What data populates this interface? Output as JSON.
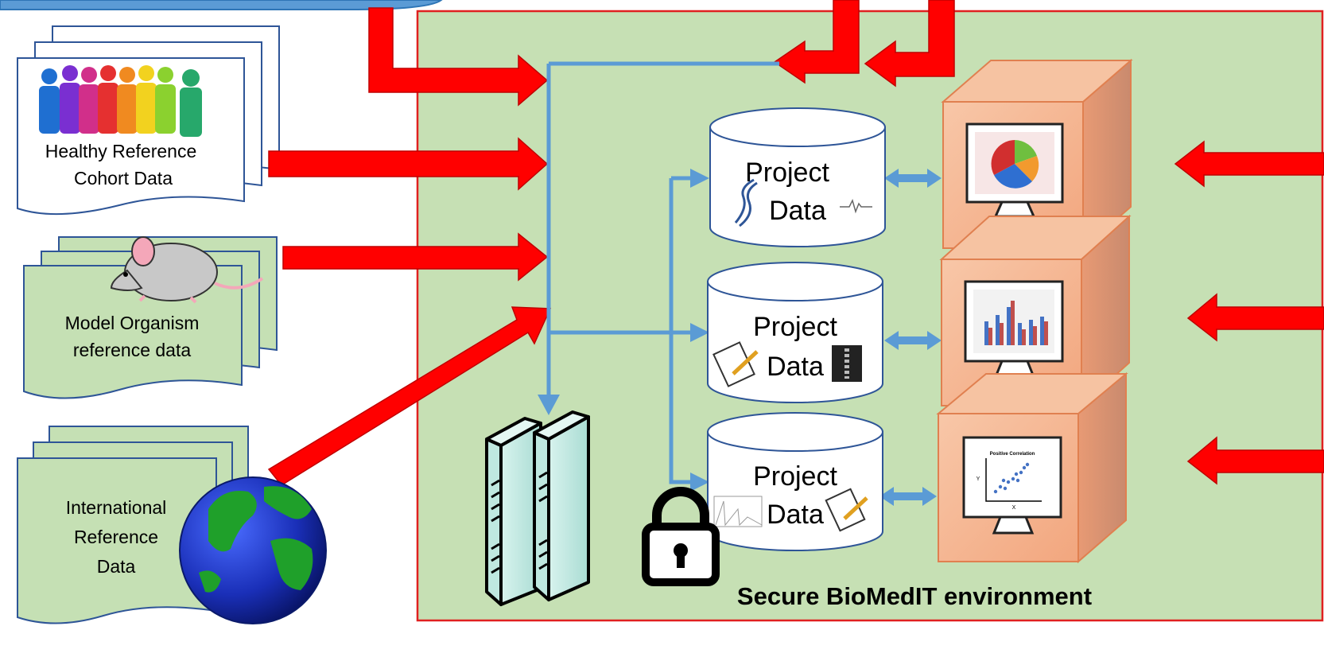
{
  "sources": {
    "healthy_cohort": {
      "line1": "Healthy Reference",
      "line2": "Cohort Data"
    },
    "model_organism": {
      "line1": "Model Organism",
      "line2": "reference data"
    },
    "international": {
      "line1": "International",
      "line2": "Reference",
      "line3": "Data"
    }
  },
  "environment": {
    "title": "Secure BioMedIT environment"
  },
  "project_stores": [
    {
      "title": "Project",
      "label": "Data"
    },
    {
      "title": "Project",
      "label": "Data"
    },
    {
      "title": "Project",
      "label": "Data"
    }
  ],
  "workstations": [
    {
      "icon": "pie-chart-icon"
    },
    {
      "icon": "bar-chart-icon"
    },
    {
      "icon": "scatter-plot-icon",
      "chart_title": "Positive Correlation",
      "x_axis": "X",
      "y_axis": "Y"
    }
  ],
  "colors": {
    "environment_fill": "#c6e0b4",
    "environment_border": "#e02020",
    "arrow_red": "#ff0000",
    "connector_blue": "#5b9bd5",
    "workstation_fill": "#f4b183",
    "doc_green": "#c5e0b4",
    "doc_border": "#2e5597"
  }
}
